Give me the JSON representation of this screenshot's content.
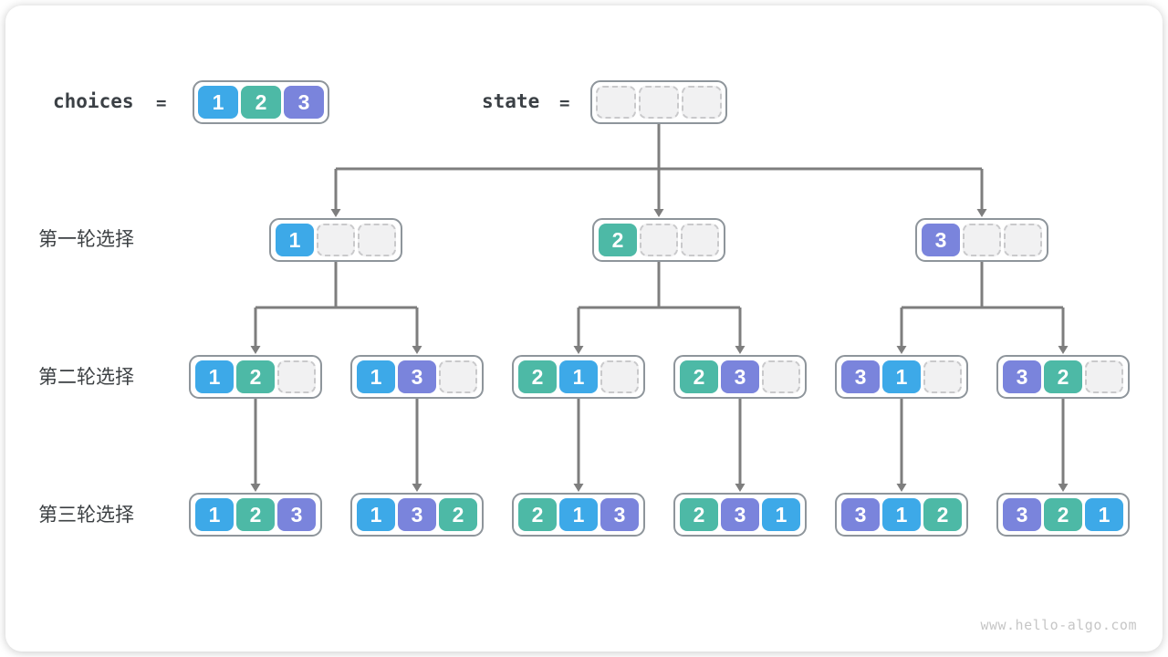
{
  "header": {
    "choices_label": "choices",
    "equals": "=",
    "choices_values": [
      1,
      2,
      3
    ],
    "state_label": "state",
    "state_values": [
      null,
      null,
      null
    ]
  },
  "rows": [
    {
      "label": "第一轮选择",
      "boxes": [
        [
          1,
          null,
          null
        ],
        [
          2,
          null,
          null
        ],
        [
          3,
          null,
          null
        ]
      ]
    },
    {
      "label": "第二轮选择",
      "boxes": [
        [
          1,
          2,
          null
        ],
        [
          1,
          3,
          null
        ],
        [
          2,
          1,
          null
        ],
        [
          2,
          3,
          null
        ],
        [
          3,
          1,
          null
        ],
        [
          3,
          2,
          null
        ]
      ]
    },
    {
      "label": "第三轮选择",
      "boxes": [
        [
          1,
          2,
          3
        ],
        [
          1,
          3,
          2
        ],
        [
          2,
          1,
          3
        ],
        [
          2,
          3,
          1
        ],
        [
          3,
          1,
          2
        ],
        [
          3,
          2,
          1
        ]
      ]
    }
  ],
  "watermark": "www.hello-algo.com",
  "colors": {
    "value1": "#3da9e8",
    "value2": "#4db9a6",
    "value3": "#7a84dc",
    "line": "#7e7e7e"
  }
}
